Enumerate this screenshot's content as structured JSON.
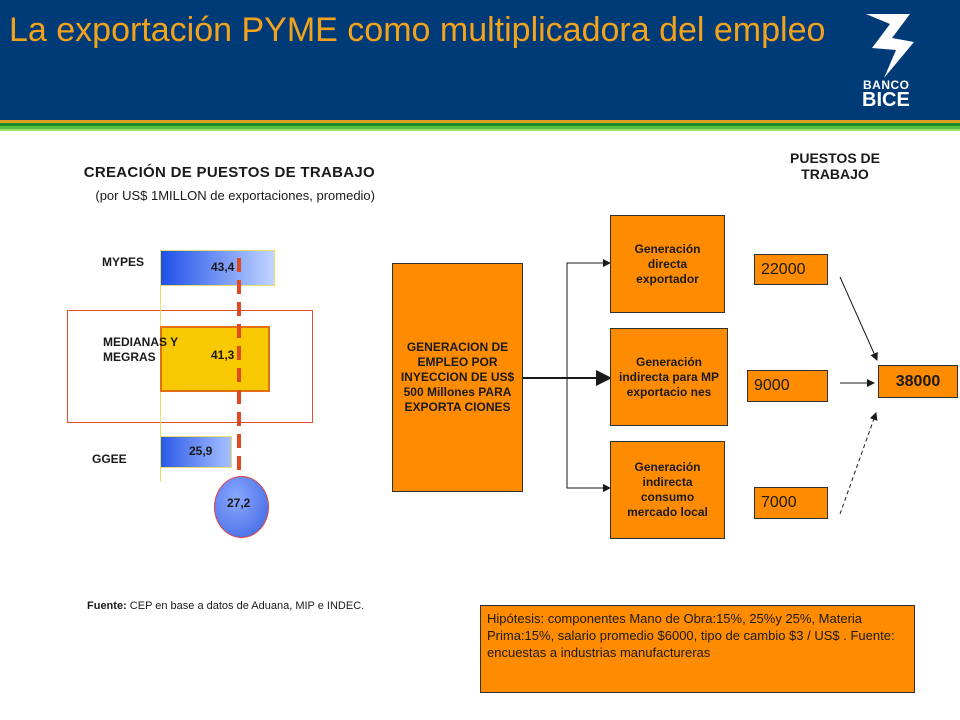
{
  "header": {
    "title": "La exportación PYME  como multiplicadora del empleo",
    "logo_line1": "BANCO",
    "logo_line2": "BICE",
    "logo_icon": "bice-logo-icon",
    "background_color": "#003b78",
    "title_color": "#f2a31b"
  },
  "left_chart": {
    "title": "CREACIÓN DE PUESTOS DE TRABAJO",
    "subtitle": "(por US$ 1MILLON  de exportaciones, promedio)",
    "bars": [
      {
        "label": "MYPES",
        "value": "43,4"
      },
      {
        "label": "MEDIANAS Y MEGRAS",
        "value": "41,3"
      },
      {
        "label": "GGEE",
        "value": "25,9"
      }
    ],
    "average_value": "27,2",
    "source_label": "Fuente:",
    "source_text": " CEP en base a datos de Aduana, MIP e INDEC."
  },
  "chart_data": {
    "type": "bar",
    "categories": [
      "MYPES",
      "MEDIANAS Y MEGRAS",
      "GGEE"
    ],
    "values": [
      43.4,
      41.3,
      25.9
    ],
    "average": 27.2,
    "title": "CREACIÓN DE PUESTOS DE TRABAJO",
    "subtitle": "(por US$ 1MILLON  de exportaciones, promedio)",
    "orientation": "horizontal"
  },
  "flow": {
    "source_box": "GENERACION DE EMPLEO POR INYECCION DE US$ 500 Millones PARA EXPORTA CIONES",
    "targets": [
      "Generación directa exportador",
      "Generación indirecta para MP exportacio nes",
      "Generación indirecta consumo mercado local"
    ],
    "puestos_title": "PUESTOS DE TRABAJO",
    "numbers": [
      "22000",
      "9000",
      "7000"
    ],
    "total": "38000",
    "box_color": "#ff8c00"
  },
  "hypothesis": "Hipótesis: componentes Mano de Obra:15%, 25%y 25%, Materia Prima:15%, salario promedio $6000, tipo de cambio $3 / US$ . Fuente: encuestas a industrias manufactureras"
}
